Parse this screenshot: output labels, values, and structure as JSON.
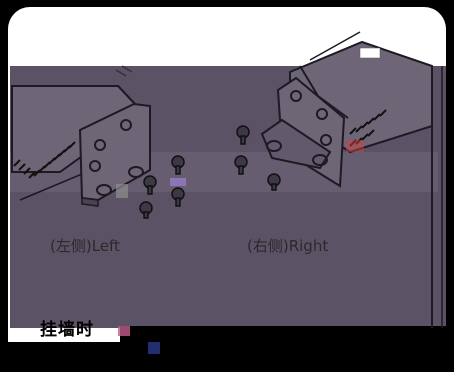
{
  "captions": {
    "left": "(左侧)Left",
    "right": "(右侧)Right",
    "wall_mount": "挂墙时"
  },
  "colors": {
    "frame_white": "#ffffff",
    "panel_mauve": "#5b5266",
    "device_body": "#6e6677",
    "screw_gray": "#3c3844",
    "background_black": "#000000"
  }
}
